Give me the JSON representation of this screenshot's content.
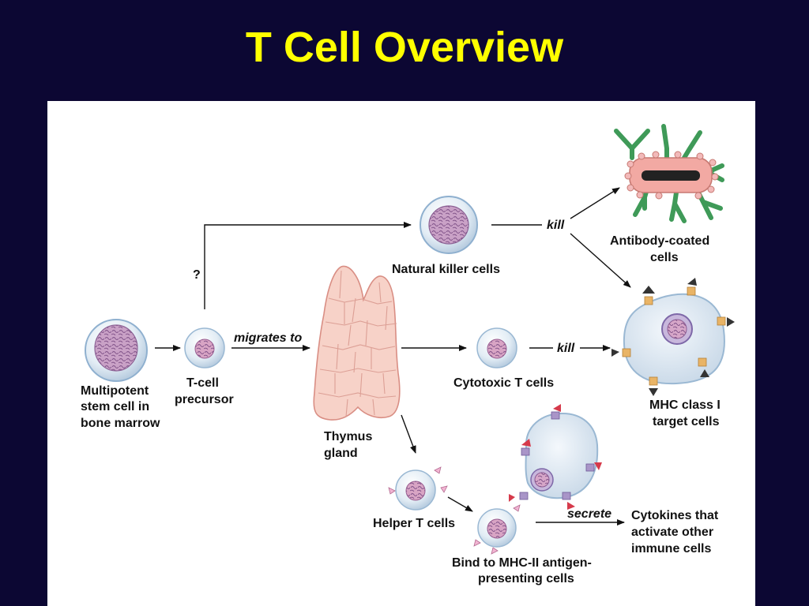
{
  "slide": {
    "title": "T Cell Overview",
    "colors": {
      "background": "#0c0733",
      "title": "#ffff00",
      "cell_fill": "#dfeaf3",
      "nucleus": "#b58ab8",
      "thymus": "#f6cdc3",
      "antibody": "#3f9a58",
      "mhc_marker": "#e9b466",
      "antigen": "#d63a4b"
    }
  },
  "diagram": {
    "labels": {
      "stem_cell": [
        "Multipotent",
        "stem cell in",
        "bone marrow"
      ],
      "precursor": [
        "T-cell",
        "precursor"
      ],
      "question": "?",
      "migrates": "migrates to",
      "thymus": [
        "Thymus",
        "gland"
      ],
      "nk": "Natural killer cells",
      "kill_nk": "kill",
      "antibody_coated": [
        "Antibody-coated",
        "cells"
      ],
      "cytotoxic": "Cytotoxic T cells",
      "kill_ct": "kill",
      "mhc1": [
        "MHC class I",
        "target cells"
      ],
      "helper": "Helper T cells",
      "bind": [
        "Bind to MHC-II antigen-",
        "presenting cells"
      ],
      "secrete": "secrete",
      "cytokines": [
        "Cytokines that",
        "activate other",
        "immune cells"
      ]
    }
  }
}
